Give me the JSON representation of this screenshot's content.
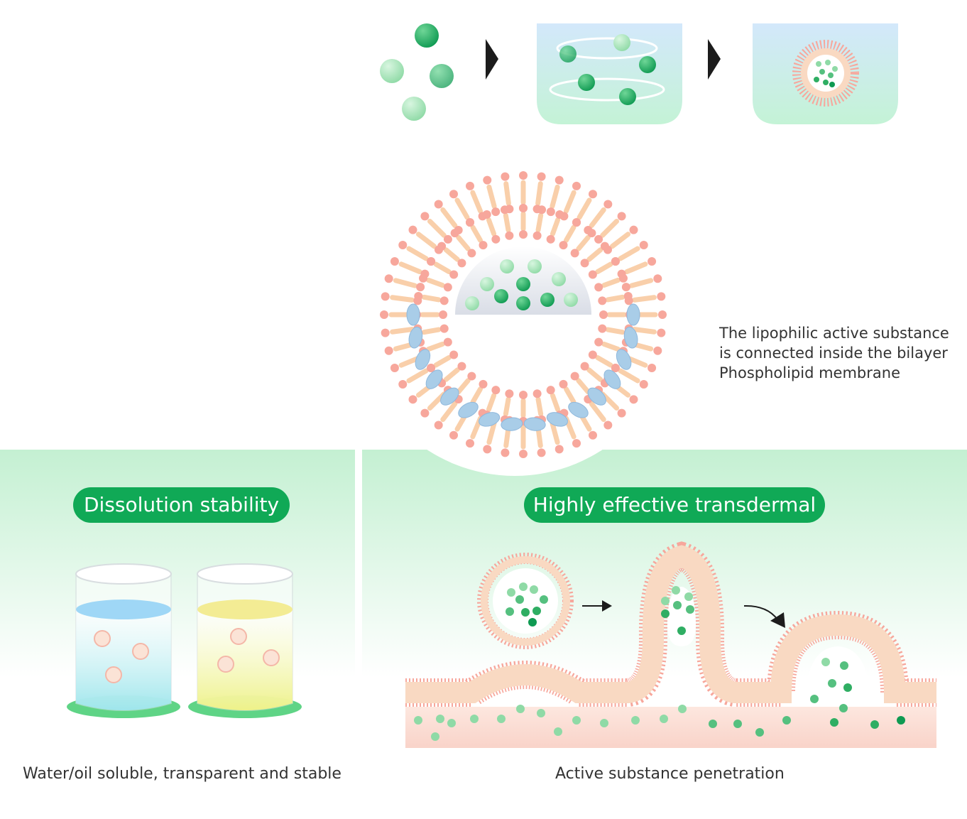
{
  "description_lines": [
    "The lipophilic active substance",
    "is connected inside the bilayer",
    "Phospholipid membrane"
  ],
  "left_panel": {
    "badge": "Dissolution stability",
    "caption": "Water/oil soluble, transparent and stable"
  },
  "right_panel": {
    "badge": "Highly effective transdermal",
    "caption": "Active substance penetration"
  },
  "colors": {
    "badge_green": "#10a956",
    "panel_green": "#c4f0d2",
    "lipid_head": "#f7a79c",
    "lipid_tail": "#f9cfaa",
    "protein_blue": "#a9cde8"
  }
}
